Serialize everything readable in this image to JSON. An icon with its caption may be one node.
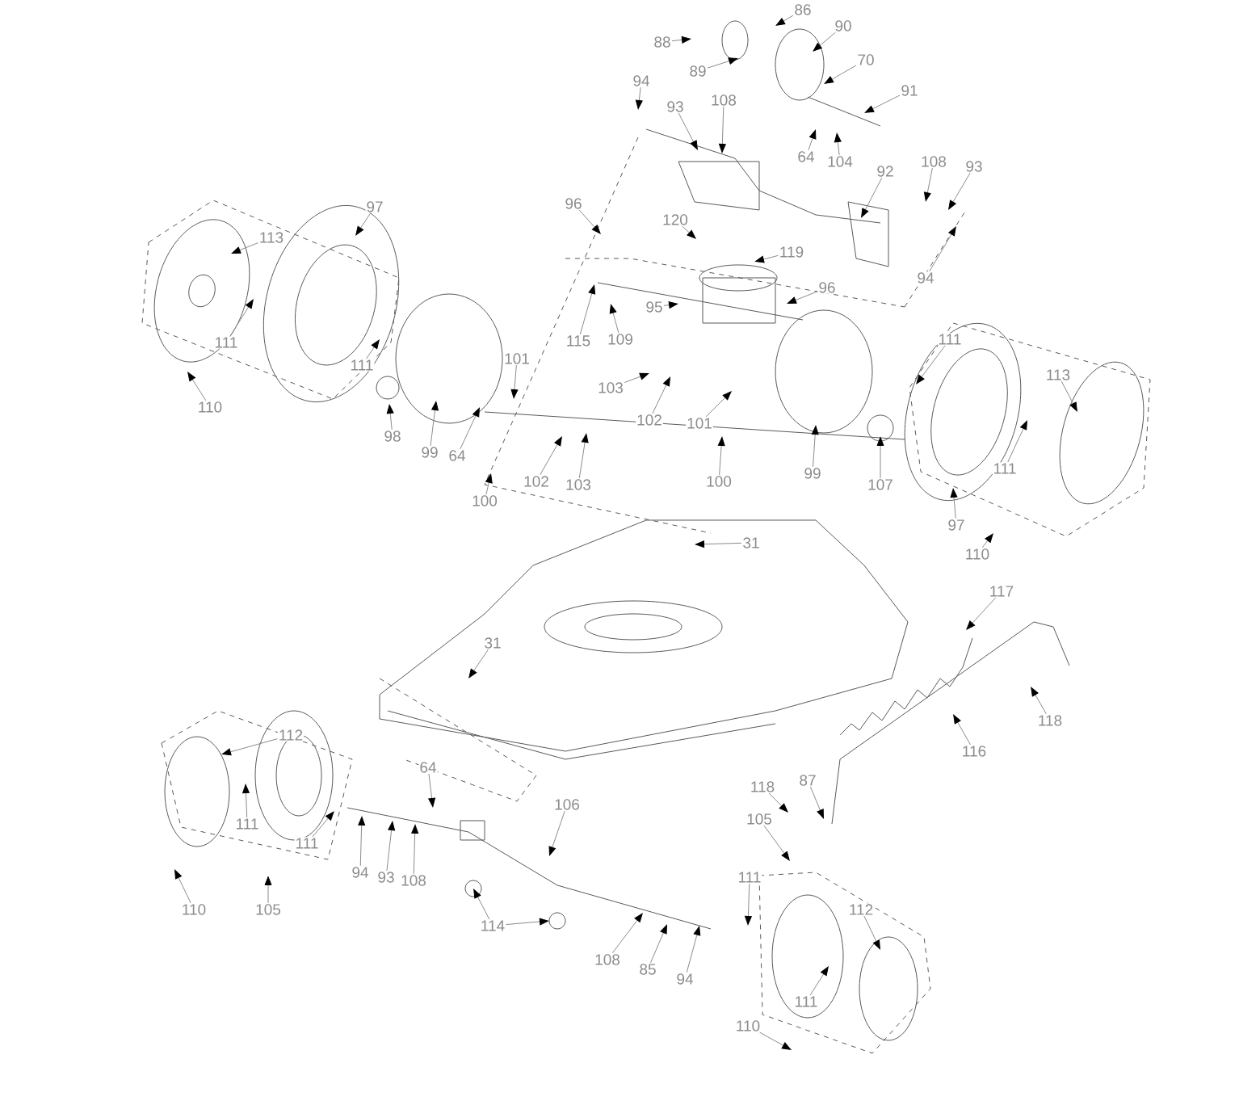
{
  "diagram": {
    "nodes": [
      {
        "text": [
          "86"
        ]
      },
      {
        "text": [
          "88"
        ]
      },
      {
        "text": [
          "90"
        ]
      },
      {
        "text": [
          "89"
        ]
      },
      {
        "text": [
          "70"
        ]
      },
      {
        "text": [
          "94"
        ]
      },
      {
        "text": [
          "93"
        ]
      },
      {
        "text": [
          "108"
        ]
      },
      {
        "text": [
          "91"
        ]
      },
      {
        "text": [
          "64"
        ]
      },
      {
        "text": [
          "104"
        ]
      },
      {
        "text": [
          "108"
        ]
      },
      {
        "text": [
          "93"
        ]
      },
      {
        "text": [
          "92"
        ]
      },
      {
        "text": [
          "97"
        ]
      },
      {
        "text": [
          "96"
        ]
      },
      {
        "text": [
          "120"
        ]
      },
      {
        "text": [
          "113"
        ]
      },
      {
        "text": [
          "119"
        ]
      },
      {
        "text": [
          "94"
        ]
      },
      {
        "text": [
          "96"
        ]
      },
      {
        "text": [
          "95"
        ]
      },
      {
        "text": [
          "115"
        ]
      },
      {
        "text": [
          "109"
        ]
      },
      {
        "text": [
          "111"
        ]
      },
      {
        "text": [
          "111"
        ]
      },
      {
        "text": [
          "111"
        ]
      },
      {
        "text": [
          "101"
        ]
      },
      {
        "text": [
          "113"
        ]
      },
      {
        "text": [
          "103"
        ]
      },
      {
        "text": [
          "110"
        ]
      },
      {
        "text": [
          "102"
        ]
      },
      {
        "text": [
          "101"
        ]
      },
      {
        "text": [
          "98"
        ]
      },
      {
        "text": [
          "99"
        ]
      },
      {
        "text": [
          "64"
        ]
      },
      {
        "text": [
          "111"
        ]
      },
      {
        "text": [
          "99"
        ]
      },
      {
        "text": [
          "100"
        ]
      },
      {
        "text": [
          "102"
        ]
      },
      {
        "text": [
          "103"
        ]
      },
      {
        "text": [
          "107"
        ]
      },
      {
        "text": [
          "100"
        ]
      },
      {
        "text": [
          "97"
        ]
      },
      {
        "text": [
          "31"
        ]
      },
      {
        "text": [
          "110"
        ]
      },
      {
        "text": [
          "117"
        ]
      },
      {
        "text": [
          "31"
        ]
      },
      {
        "text": [
          "118"
        ]
      },
      {
        "text": [
          "112"
        ]
      },
      {
        "text": [
          "116"
        ]
      },
      {
        "text": [
          "64"
        ]
      },
      {
        "text": [
          "118"
        ]
      },
      {
        "text": [
          "87"
        ]
      },
      {
        "text": [
          "106"
        ]
      },
      {
        "text": [
          "105"
        ]
      },
      {
        "text": [
          "111"
        ]
      },
      {
        "text": [
          "111"
        ]
      },
      {
        "text": [
          "94"
        ]
      },
      {
        "text": [
          "93"
        ]
      },
      {
        "text": [
          "108"
        ]
      },
      {
        "text": [
          "111"
        ]
      },
      {
        "text": [
          "110"
        ]
      },
      {
        "text": [
          "105"
        ]
      },
      {
        "text": [
          "112"
        ]
      },
      {
        "text": [
          "114"
        ]
      },
      {
        "text": [
          "108"
        ]
      },
      {
        "text": [
          "85"
        ]
      },
      {
        "text": [
          "94"
        ]
      },
      {
        "text": [
          "111"
        ]
      },
      {
        "text": [
          "110"
        ]
      }
    ],
    "edges": [
      {
        "from": 0,
        "to": null,
        "arrow": "to"
      },
      {
        "from": 1,
        "to": null,
        "arrow": "to"
      },
      {
        "from": 2,
        "to": null,
        "arrow": "to"
      },
      {
        "from": 3,
        "to": null,
        "arrow": "to"
      },
      {
        "from": 4,
        "to": null,
        "arrow": "to"
      },
      {
        "from": 5,
        "to": null,
        "arrow": "to"
      },
      {
        "from": 6,
        "to": null,
        "arrow": "to"
      },
      {
        "from": 7,
        "to": null,
        "arrow": "to"
      },
      {
        "from": 8,
        "to": null,
        "arrow": "to"
      },
      {
        "from": 9,
        "to": null,
        "arrow": "to"
      },
      {
        "from": 10,
        "to": null,
        "arrow": "to"
      },
      {
        "from": 11,
        "to": null,
        "arrow": "to"
      },
      {
        "from": 12,
        "to": null,
        "arrow": "to"
      },
      {
        "from": 13,
        "to": null,
        "arrow": "to"
      },
      {
        "from": 14,
        "to": null,
        "arrow": "to"
      },
      {
        "from": 15,
        "to": null,
        "arrow": "to"
      },
      {
        "from": 16,
        "to": null,
        "arrow": "to"
      },
      {
        "from": 17,
        "to": null,
        "arrow": "to"
      },
      {
        "from": 18,
        "to": null,
        "arrow": "to"
      },
      {
        "from": 19,
        "to": null,
        "arrow": "to"
      },
      {
        "from": 20,
        "to": null,
        "arrow": "to"
      },
      {
        "from": 21,
        "to": null,
        "arrow": "to"
      },
      {
        "from": 22,
        "to": null,
        "arrow": "to"
      },
      {
        "from": 23,
        "to": null,
        "arrow": "to"
      },
      {
        "from": 24,
        "to": null,
        "arrow": "to"
      },
      {
        "from": 25,
        "to": null,
        "arrow": "to"
      },
      {
        "from": 26,
        "to": null,
        "arrow": "to"
      },
      {
        "from": 27,
        "to": null,
        "arrow": "to"
      },
      {
        "from": 28,
        "to": null,
        "arrow": "to"
      },
      {
        "from": 29,
        "to": null,
        "arrow": "to"
      },
      {
        "from": 30,
        "to": null,
        "arrow": "to"
      },
      {
        "from": 31,
        "to": null,
        "arrow": "to"
      },
      {
        "from": 32,
        "to": null,
        "arrow": "to"
      },
      {
        "from": 33,
        "to": null,
        "arrow": "to"
      },
      {
        "from": 34,
        "to": null,
        "arrow": "to"
      },
      {
        "from": 35,
        "to": null,
        "arrow": "to"
      },
      {
        "from": 36,
        "to": null,
        "arrow": "to"
      },
      {
        "from": 37,
        "to": null,
        "arrow": "to"
      },
      {
        "from": 38,
        "to": null,
        "arrow": "to"
      },
      {
        "from": 39,
        "to": null,
        "arrow": "to"
      },
      {
        "from": 40,
        "to": null,
        "arrow": "to"
      },
      {
        "from": 41,
        "to": null,
        "arrow": "to"
      },
      {
        "from": 42,
        "to": null,
        "arrow": "to"
      },
      {
        "from": 43,
        "to": null,
        "arrow": "to"
      },
      {
        "from": 44,
        "to": null,
        "arrow": "to"
      },
      {
        "from": 45,
        "to": null,
        "arrow": "to"
      },
      {
        "from": 46,
        "to": null,
        "arrow": "to"
      },
      {
        "from": 47,
        "to": null,
        "arrow": "to"
      },
      {
        "from": 48,
        "to": null,
        "arrow": "to"
      },
      {
        "from": 49,
        "to": null,
        "arrow": "to"
      },
      {
        "from": 50,
        "to": null,
        "arrow": "to"
      },
      {
        "from": 51,
        "to": null,
        "arrow": "to"
      },
      {
        "from": 52,
        "to": null,
        "arrow": "to"
      },
      {
        "from": 53,
        "to": null,
        "arrow": "to"
      },
      {
        "from": 54,
        "to": null,
        "arrow": "to"
      },
      {
        "from": 55,
        "to": null,
        "arrow": "to"
      },
      {
        "from": 56,
        "to": null,
        "arrow": "to"
      },
      {
        "from": 57,
        "to": null,
        "arrow": "to"
      },
      {
        "from": 58,
        "to": null,
        "arrow": "to"
      },
      {
        "from": 59,
        "to": null,
        "arrow": "to"
      },
      {
        "from": 60,
        "to": null,
        "arrow": "to"
      },
      {
        "from": 61,
        "to": null,
        "arrow": "to"
      },
      {
        "from": 62,
        "to": null,
        "arrow": "to"
      },
      {
        "from": 63,
        "to": null,
        "arrow": "to"
      },
      {
        "from": 64,
        "to": null,
        "arrow": "to"
      },
      {
        "from": 65,
        "to": null,
        "arrow": "to"
      },
      {
        "from": 65,
        "to": null,
        "arrow": "to"
      },
      {
        "from": 66,
        "to": null,
        "arrow": "to"
      },
      {
        "from": 67,
        "to": null,
        "arrow": "to"
      },
      {
        "from": 68,
        "to": null,
        "arrow": "to"
      },
      {
        "from": 69,
        "to": null,
        "arrow": "to"
      },
      {
        "from": 70,
        "to": null,
        "arrow": "to"
      }
    ]
  }
}
